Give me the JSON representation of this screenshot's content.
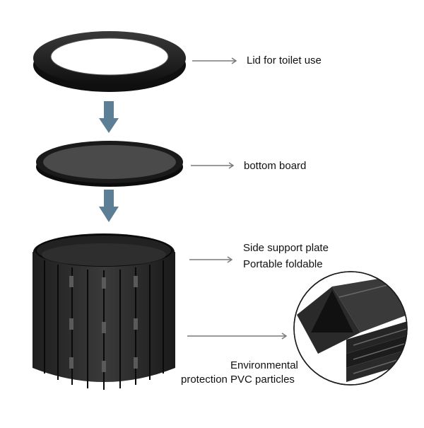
{
  "colors": {
    "background": "#ffffff",
    "part_black": "#1b1b1b",
    "part_dark": "#2a2a2a",
    "arrow_blue": "#5c7f96",
    "pointer_gray": "#7a7a7a",
    "text": "#111111"
  },
  "labels": {
    "lid": "Lid for toilet use",
    "bottom_board": "bottom board",
    "side_support_line1": "Side support plate",
    "side_support_line2": "Portable foldable",
    "material_line1": "Environmental",
    "material_line2": "protection PVC particles"
  },
  "parts": [
    {
      "name": "lid-ring",
      "kind": "ring"
    },
    {
      "name": "bottom-board",
      "kind": "tray"
    },
    {
      "name": "folding-side-plates",
      "kind": "cylinder"
    },
    {
      "name": "pvc-detail-closeup",
      "kind": "circle-detail"
    }
  ]
}
